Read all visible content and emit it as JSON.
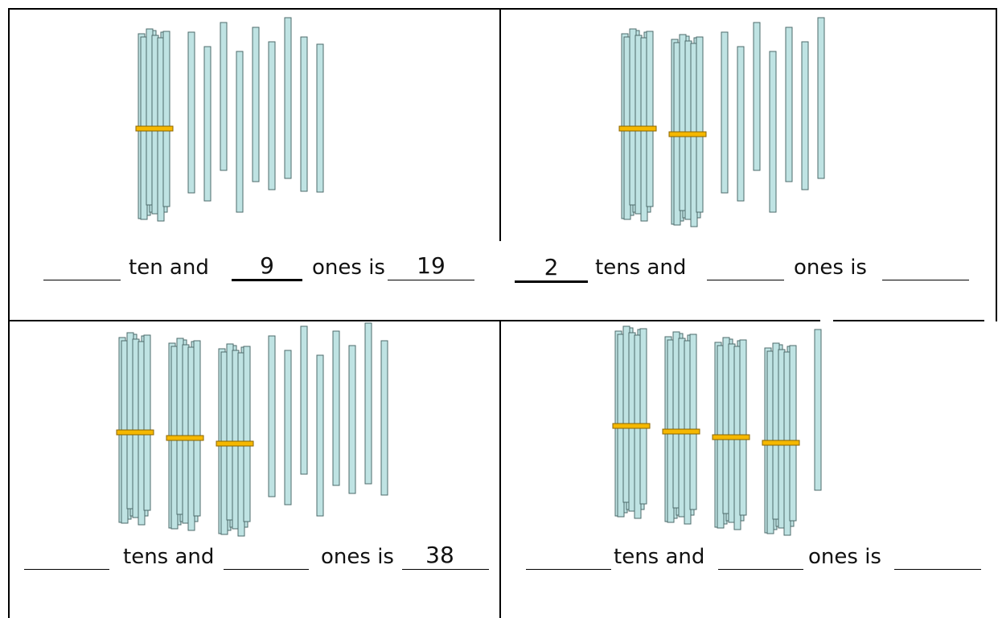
{
  "colors": {
    "stick_fill": "#bfe3e3",
    "stick_stroke": "#4d6b6b",
    "band": "#f5b800",
    "band_stroke": "#8a6400"
  },
  "icons": {
    "ten_bundle": "bundle-of-ten-sticks-icon",
    "single": "single-stick-icon"
  },
  "panels": [
    {
      "bundles": 1,
      "singles": 9,
      "text_tens": "ten and",
      "text_ones": "ones is",
      "tens_answer": "",
      "ones_answer": "9",
      "total_answer": "19"
    },
    {
      "bundles": 2,
      "singles": 7,
      "text_tens": "tens and",
      "text_ones": "ones is",
      "tens_answer": "2",
      "ones_answer": "",
      "total_answer": ""
    },
    {
      "bundles": 3,
      "singles": 8,
      "text_tens": "tens and",
      "text_ones": "ones is",
      "tens_answer": "",
      "ones_answer": "",
      "total_answer": "38"
    },
    {
      "bundles": 4,
      "singles": 1,
      "text_tens": "tens and",
      "text_ones": "ones is",
      "tens_answer": "",
      "ones_answer": "",
      "total_answer": ""
    }
  ]
}
